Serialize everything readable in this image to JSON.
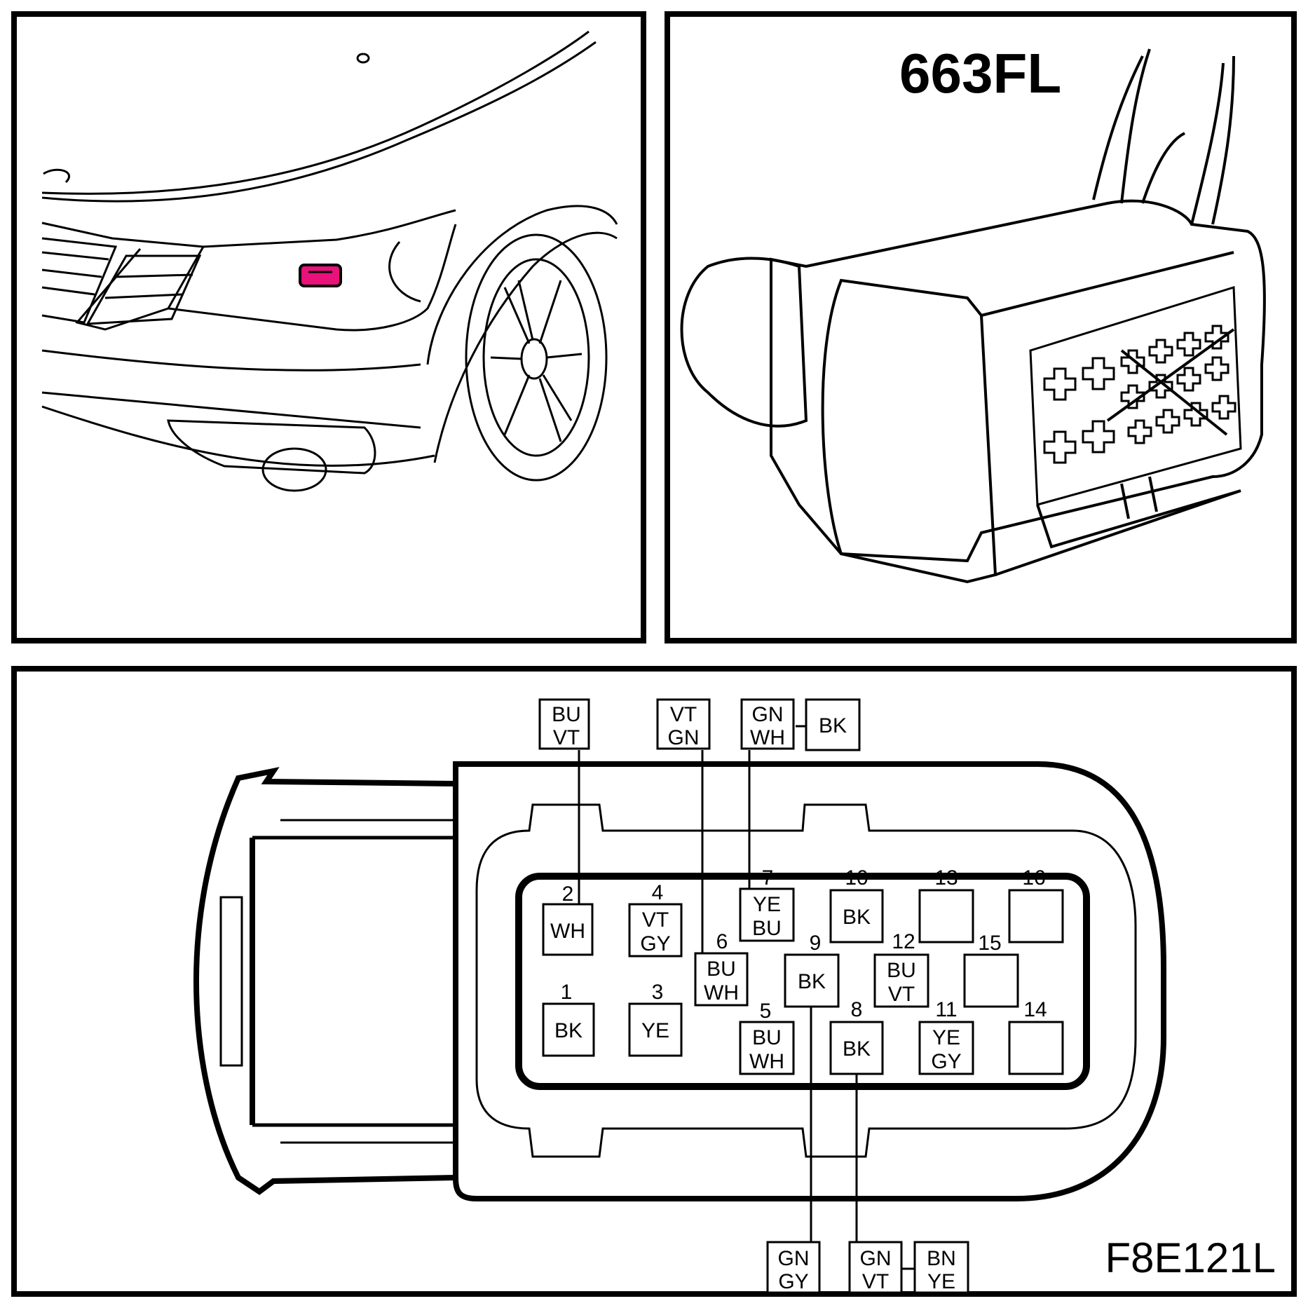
{
  "connector_id": "663FL",
  "figure_code": "F8E121L",
  "colors": {
    "line": "#000000",
    "highlight": "#e8127a"
  },
  "pins": [
    {
      "no": "1",
      "wire": [
        "BK"
      ]
    },
    {
      "no": "2",
      "wire": [
        "WH"
      ]
    },
    {
      "no": "3",
      "wire": [
        "YE"
      ]
    },
    {
      "no": "4",
      "wire": [
        "VT",
        "GY"
      ]
    },
    {
      "no": "5",
      "wire": [
        "BU",
        "WH"
      ]
    },
    {
      "no": "6",
      "wire": [
        "BU",
        "WH"
      ]
    },
    {
      "no": "7",
      "wire": [
        "YE",
        "BU"
      ]
    },
    {
      "no": "8",
      "wire": [
        "BK"
      ]
    },
    {
      "no": "9",
      "wire": [
        "BK"
      ]
    },
    {
      "no": "10",
      "wire": [
        "BK"
      ]
    },
    {
      "no": "11",
      "wire": [
        "YE",
        "GY"
      ]
    },
    {
      "no": "12",
      "wire": [
        "BU",
        "VT"
      ]
    },
    {
      "no": "13",
      "wire": []
    },
    {
      "no": "14",
      "wire": []
    },
    {
      "no": "15",
      "wire": []
    },
    {
      "no": "16",
      "wire": []
    }
  ],
  "external_wires": {
    "pin2": [
      "BU",
      "VT"
    ],
    "pin6": [
      "VT",
      "GN"
    ],
    "pin7": [
      "GN",
      "WH"
    ],
    "pin7_splice": [
      "BK"
    ],
    "pin9": [
      "GN",
      "GY"
    ],
    "pin8": [
      "GN",
      "VT"
    ],
    "pin8_splice": [
      "BN",
      "YE"
    ]
  }
}
